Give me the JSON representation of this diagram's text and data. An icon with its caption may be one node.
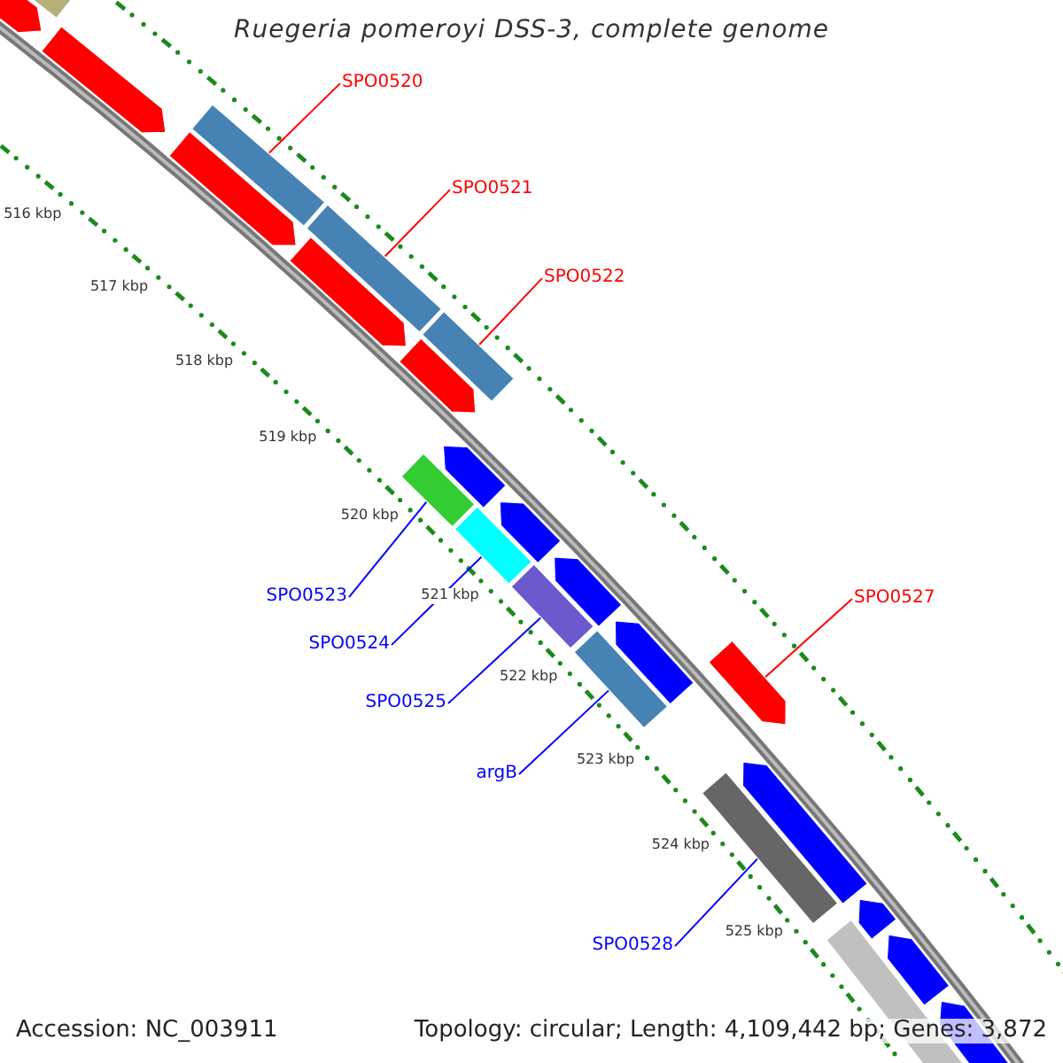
{
  "diagram": {
    "title": "Ruegeria pomeroyi DSS-3, complete genome",
    "nodes": [
      {
        "text": [
          "SPO0520"
        ]
      },
      {
        "text": [
          "SPO0521"
        ]
      },
      {
        "text": [
          "SPO0522"
        ]
      },
      {
        "text": [
          "SPO0523"
        ]
      },
      {
        "text": [
          "SPO0527"
        ]
      },
      {
        "text": [
          "SPO0524"
        ]
      },
      {
        "text": [
          "SPO0525"
        ]
      },
      {
        "text": [
          "argB"
        ]
      },
      {
        "text": [
          "SPO0528"
        ]
      },
      {
        "text": [],
        "shape": "box"
      },
      {
        "text": [],
        "shape": "box"
      },
      {
        "text": [],
        "shape": "box"
      },
      {
        "text": [],
        "shape": "box"
      },
      {
        "text": [],
        "shape": "box"
      },
      {
        "text": [],
        "shape": "box"
      },
      {
        "text": [],
        "shape": "box"
      },
      {
        "text": [],
        "shape": "arrow"
      },
      {
        "text": [],
        "shape": "box"
      },
      {
        "text": [],
        "shape": "arrow"
      }
    ],
    "edges": [
      {
        "from": 0,
        "to": 9,
        "arrow": "none",
        "color": "#ff0000"
      },
      {
        "from": 1,
        "to": 10,
        "arrow": "none",
        "color": "#ff0000"
      },
      {
        "from": 2,
        "to": 11,
        "arrow": "none",
        "color": "#ff0000"
      },
      {
        "from": 3,
        "to": 12,
        "arrow": "none"
      },
      {
        "from": 4,
        "to": 16,
        "arrow": "none",
        "color": "#ff0000"
      },
      {
        "from": 5,
        "to": 13,
        "arrow": "none"
      },
      {
        "from": 6,
        "to": 14,
        "arrow": "none"
      },
      {
        "from": 7,
        "to": 15,
        "arrow": "none"
      },
      {
        "from": 8,
        "to": 17,
        "arrow": "none"
      }
    ],
    "labels": [
      "516 kbp",
      "517 kbp",
      "518 kbp",
      "519 kbp",
      "520 kbp",
      "521 kbp",
      "522 kbp",
      "523 kbp",
      "524 kbp",
      "525 kbp",
      "Accession: NC_003911",
      "Topology: circular; Length: 4,109,442 bp; Genes: 3,872"
    ]
  }
}
